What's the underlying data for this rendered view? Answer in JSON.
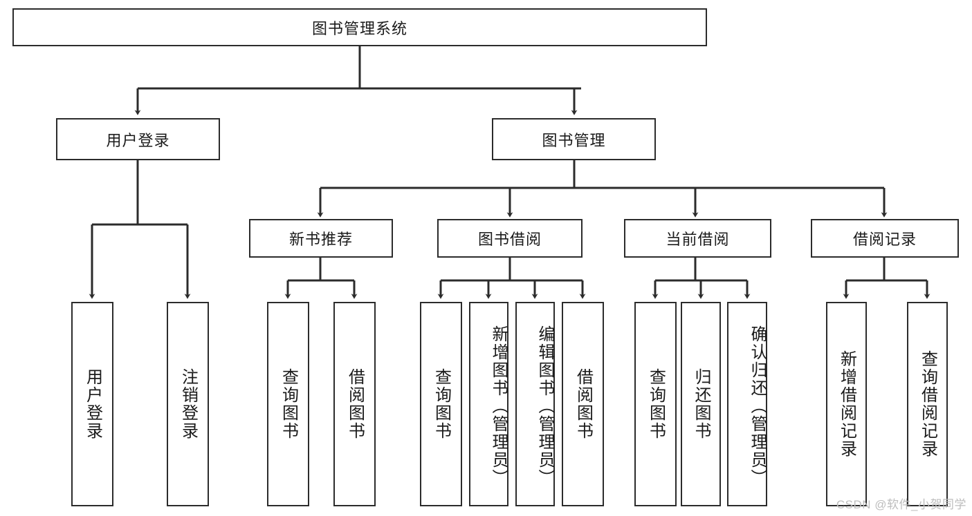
{
  "diagram": {
    "type": "tree-hierarchy",
    "title": "图书管理系统",
    "watermark": "CSDN @软件_小贺同学",
    "colors": {
      "stroke": "#2b2b2b",
      "background": "#ffffff",
      "text": "#1a1a1a",
      "watermark": "#bdbdbd"
    },
    "levels": {
      "root": {
        "label": "图书管理系统"
      },
      "level2": [
        {
          "label": "用户登录"
        },
        {
          "label": "图书管理"
        }
      ],
      "level3": [
        {
          "label": "新书推荐"
        },
        {
          "label": "图书借阅"
        },
        {
          "label": "当前借阅"
        },
        {
          "label": "借阅记录"
        }
      ],
      "leaves": {
        "user_login": [
          {
            "label": "用户登录"
          },
          {
            "label": "注销登录"
          }
        ],
        "new_book_recommend": [
          {
            "label": "查询图书"
          },
          {
            "label": "借阅图书"
          }
        ],
        "book_borrow": [
          {
            "label": "查询图书"
          },
          {
            "label": "新增图书（管理员）"
          },
          {
            "label": "编辑图书（管理员）"
          },
          {
            "label": "借阅图书"
          }
        ],
        "current_borrow": [
          {
            "label": "查询图书"
          },
          {
            "label": "归还图书"
          },
          {
            "label": "确认归还（管理员）"
          }
        ],
        "borrow_record": [
          {
            "label": "新增借阅记录"
          },
          {
            "label": "查询借阅记录"
          }
        ]
      }
    }
  }
}
